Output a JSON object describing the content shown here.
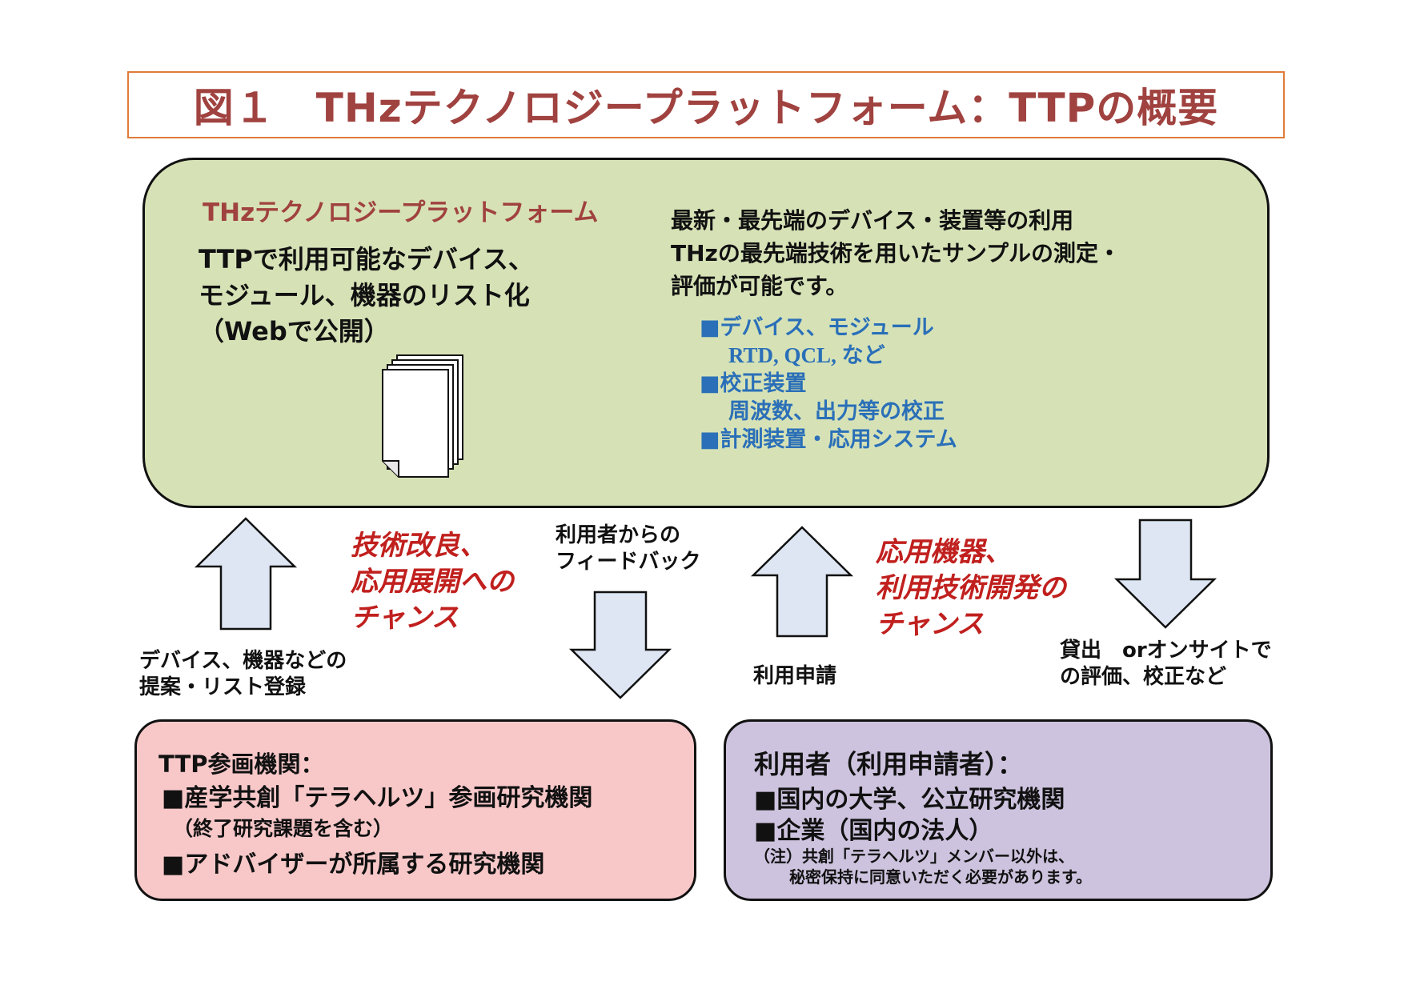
{
  "title": "図１　THzテクノロジープラットフォーム：TTPの概要",
  "platform": {
    "subtitle": "THzテクノロジープラットフォーム",
    "left_lines": [
      "TTPで利用可能なデバイス、",
      "モジュール、機器のリスト化",
      "（Webで公開）"
    ],
    "right_lines": [
      "最新・最先端のデバイス・装置等の利用",
      "THzの最先端技術を用いたサンプルの測定・",
      "評価が可能です。"
    ],
    "list": [
      {
        "text": "■デバイス、モジュール",
        "sub": "RTD,  QCL, など"
      },
      {
        "text": "■校正装置",
        "sub": "周波数、出力等の校正"
      },
      {
        "text": "■計測装置・応用システム",
        "sub": ""
      }
    ]
  },
  "flow": {
    "chance_left": [
      "技術改良、",
      "応用展開への",
      "チャンス"
    ],
    "chance_right": [
      "応用機器、",
      "利用技術開発の",
      "チャンス"
    ],
    "feedback": [
      "利用者からの",
      "フィードバック"
    ],
    "proposal": [
      "デバイス、機器などの",
      "提案・リスト登録"
    ],
    "application": "利用申請",
    "lending": [
      "貸出　orオンサイトで",
      "の評価、校正など"
    ]
  },
  "participants": {
    "heading": "TTP参画機関：",
    "item1": "■産学共創「テラヘルツ」参画研究機関",
    "item1_note": "（終了研究課題を含む）",
    "item2": "■アドバイザーが所属する研究機関"
  },
  "users": {
    "heading": "利用者（利用申請者）：",
    "item1": "■国内の大学、公立研究機関",
    "item2": "■企業（国内の法人）",
    "note1": "（注）共創「テラヘルツ」メンバー以外は、",
    "note2": "秘密保持に同意いただく必要があります。"
  },
  "colors": {
    "title": "#a0423f",
    "title_border": "#e07b39",
    "platform_fill": "#d6e2b6",
    "list_blue": "#2a6fb8",
    "chance_red": "#c0201e",
    "participants_fill": "#f8c8c9",
    "users_fill": "#cdc3de",
    "arrow_fill": "#dde6f2"
  },
  "icons": {
    "documents": "document-stack-icon",
    "arrows": "block-arrow-icon"
  }
}
